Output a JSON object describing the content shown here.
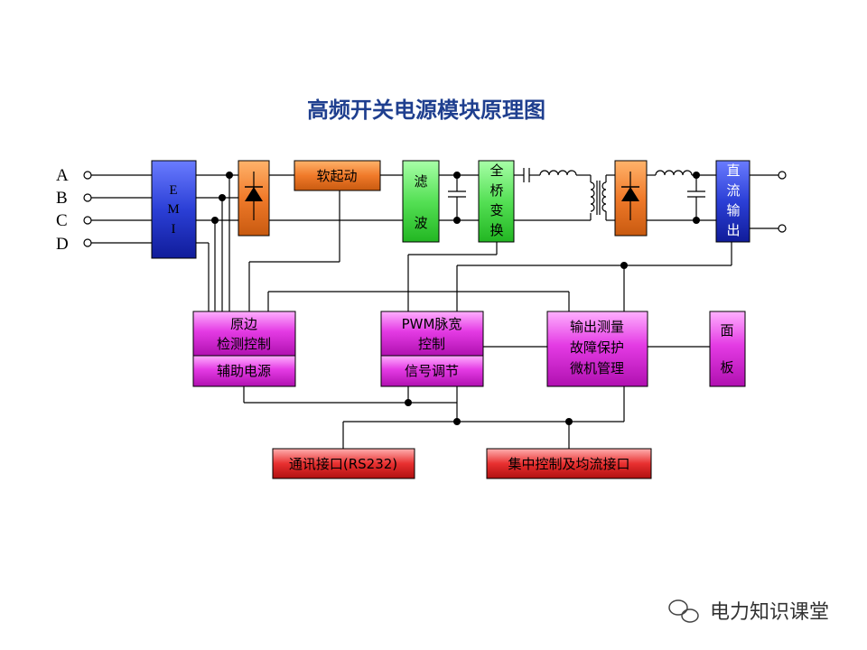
{
  "title": "高频开关电源模块原理图",
  "phases": [
    "A",
    "B",
    "C",
    "D"
  ],
  "blocks": {
    "emi": [
      "E",
      "M",
      "I"
    ],
    "soft_start": "软起动",
    "filter": [
      "滤",
      "波"
    ],
    "full_bridge": [
      "全",
      "桥",
      "变",
      "换"
    ],
    "dc_output": [
      "直",
      "流",
      "输",
      "出"
    ],
    "primary": [
      "原边",
      "检测控制"
    ],
    "aux_power": "辅助电源",
    "pwm": [
      "PWM脉宽",
      "控制"
    ],
    "signal_adjust": "信号调节",
    "output_mgmt": [
      "输出测量",
      "故障保护",
      "微机管理"
    ],
    "panel": [
      "面",
      "板"
    ],
    "comm_interface": "通讯接口(RS232)",
    "central_interface": "集中控制及均流接口"
  },
  "colors": {
    "blue": "#2b3fd6",
    "orange": "#f07a2a",
    "green": "#55e055",
    "magenta": "#e43be4",
    "red": "#e83030"
  },
  "watermark": "电力知识课堂"
}
